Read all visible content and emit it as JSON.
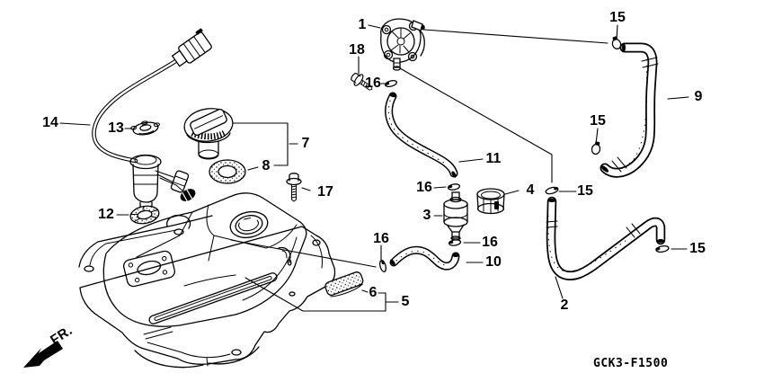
{
  "diagram": {
    "code": "GCK3-F1500",
    "front_label": "FR.",
    "callouts": [
      {
        "part": "1",
        "text": "1"
      },
      {
        "part": "18",
        "text": "18"
      },
      {
        "part": "16",
        "text": "16"
      },
      {
        "part": "15",
        "text": "15"
      },
      {
        "part": "9",
        "text": "9"
      },
      {
        "part": "15",
        "text": "15"
      },
      {
        "part": "14",
        "text": "14"
      },
      {
        "part": "13",
        "text": "13"
      },
      {
        "part": "7",
        "text": "7"
      },
      {
        "part": "11",
        "text": "11"
      },
      {
        "part": "8",
        "text": "8"
      },
      {
        "part": "16",
        "text": "16"
      },
      {
        "part": "4",
        "text": "4"
      },
      {
        "part": "15",
        "text": "15"
      },
      {
        "part": "17",
        "text": "17"
      },
      {
        "part": "3",
        "text": "3"
      },
      {
        "part": "12",
        "text": "12"
      },
      {
        "part": "16",
        "text": "16"
      },
      {
        "part": "16",
        "text": "16"
      },
      {
        "part": "15",
        "text": "15"
      },
      {
        "part": "10",
        "text": "10"
      },
      {
        "part": "6",
        "text": "6"
      },
      {
        "part": "5",
        "text": "5"
      },
      {
        "part": "2",
        "text": "2"
      }
    ]
  }
}
